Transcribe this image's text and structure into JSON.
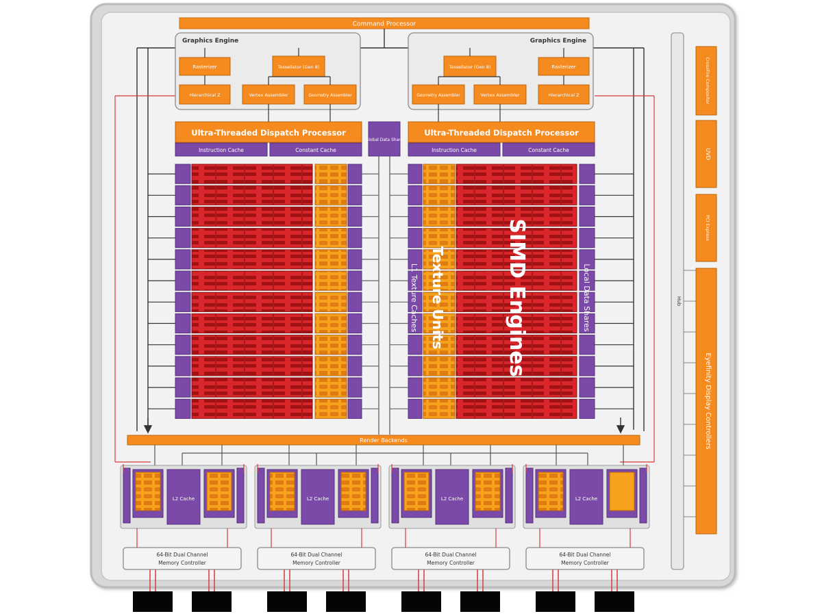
{
  "labels": {
    "command_processor": "Command Processor",
    "graphics_engine": "Graphics Engine",
    "rasterizer": "Rasterizer",
    "hierarchical_z": "Hierarchical Z",
    "tessellator": "Tessellator (Gen 8)",
    "vertex_assembler": "Vertex Assembler",
    "geometry_assembler": "Geometry Assembler",
    "dispatch_processor": "Ultra-Threaded Dispatch Processor",
    "instruction_cache": "Instruction Cache",
    "constant_cache": "Constant Cache",
    "global_data_share": "Global Data Share",
    "simd_engines": "SIMD Engines",
    "texture_units": "Texture Units",
    "l1_texture_caches": "L1 Texture Caches",
    "local_data_shares": "Local Data Shares",
    "render_backends": "Render Backends",
    "l2_cache": "L2 Cache",
    "memory_controller_1": "64-Bit Dual Channel",
    "memory_controller_2": "Memory Controller",
    "hub": "Hub",
    "eyefinity_display_controllers": "Eyefinity Display Controllers",
    "crossfire_compositor": "CrossFire Compositor",
    "uvd": "UVD",
    "pcie_express": "PCI Express"
  }
}
